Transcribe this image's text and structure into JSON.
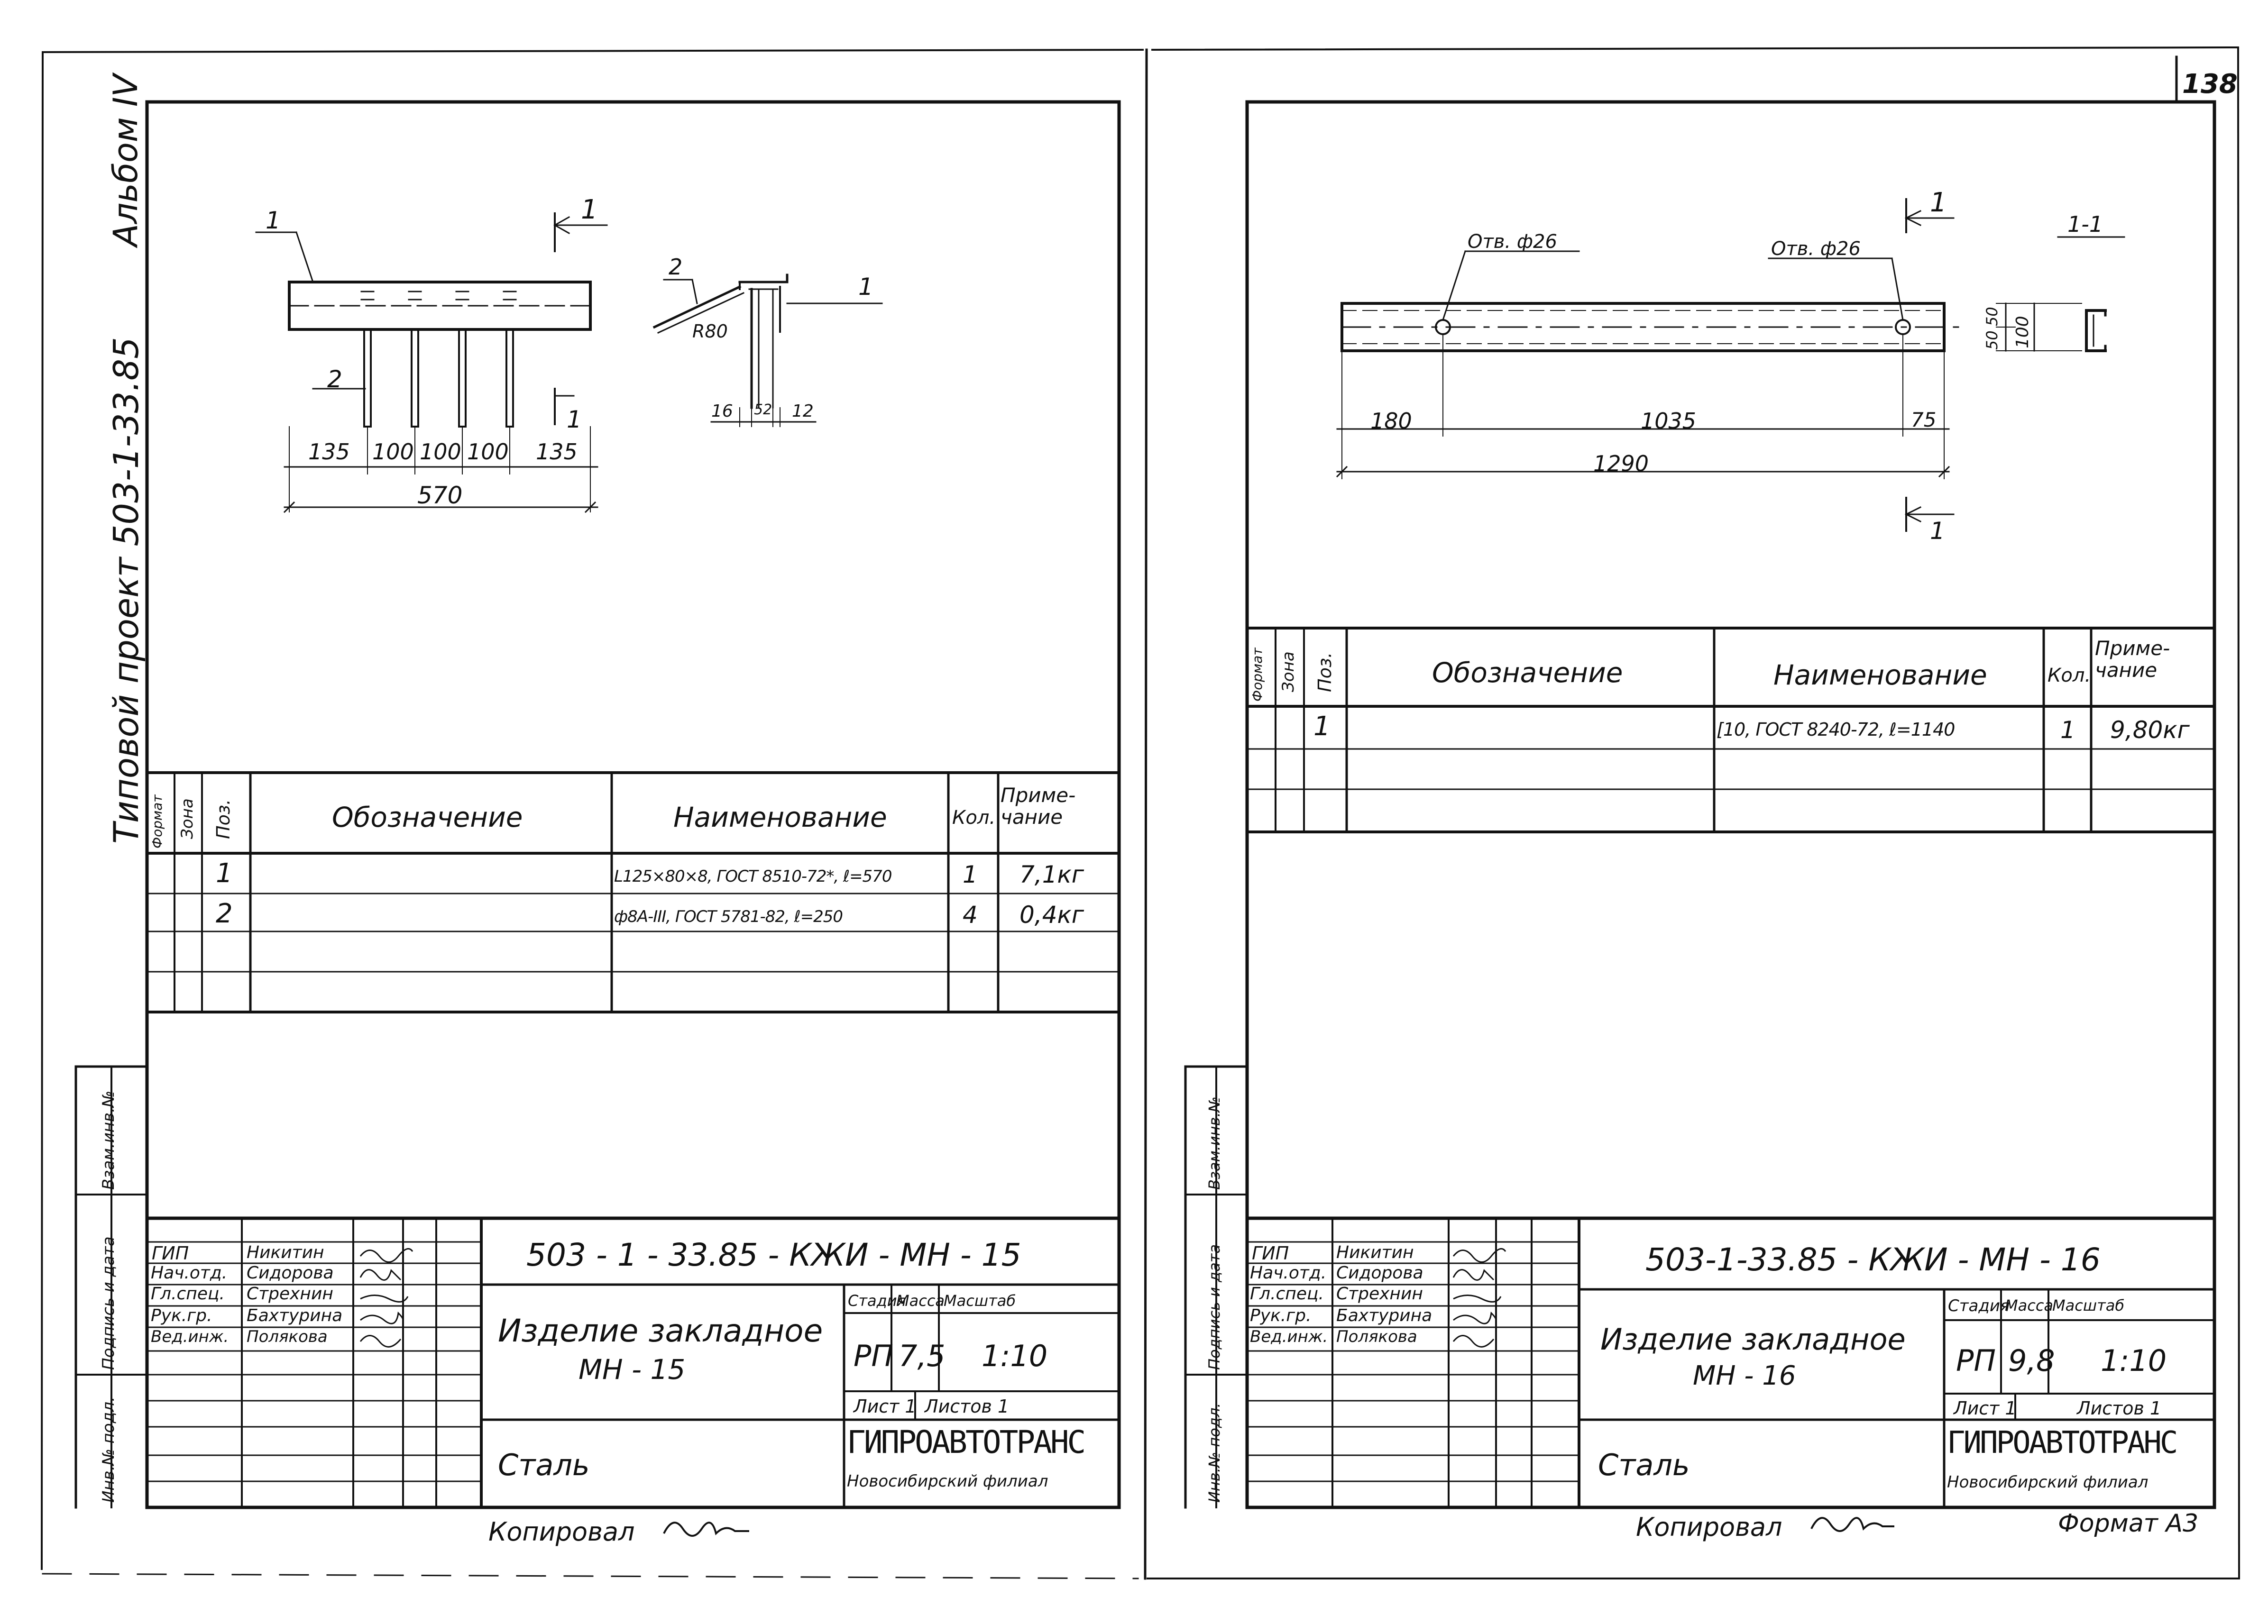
{
  "sheet_number": "138",
  "left_margin": {
    "album": "Альбом IV",
    "project": "Типовой проект 503-1-33.85",
    "field_inv_orig": "Инв.№ подл.",
    "field_sign_date": "Подпись и дата",
    "field_inv_subst": "Взам.инв.№"
  },
  "sheet_left": {
    "drawing": {
      "section_mark_top": "1",
      "section_mark_bottom": "1",
      "pos_1": "1",
      "pos_2": "2",
      "dims": [
        "135",
        "100",
        "100",
        "100",
        "135"
      ],
      "total_dim": "570",
      "side_pos_2": "2",
      "side_pos_1": "1",
      "radius": "R80",
      "dim_16": "16",
      "dim_52": "52",
      "dim_12": "12"
    },
    "spec_headers": {
      "format": "Формат",
      "zone": "Зона",
      "pos": "Поз.",
      "designation": "Обозначение",
      "name": "Наименование",
      "qty": "Кол.",
      "note": "Приме-чание"
    },
    "spec_rows": [
      {
        "pos": "1",
        "name": "L125×80×8, ГОСТ 8510-72*, ℓ=570",
        "qty": "1",
        "note": "7,1кг"
      },
      {
        "pos": "2",
        "name": "ф8А-III, ГОСТ 5781-82, ℓ=250",
        "qty": "4",
        "note": "0,4кг"
      }
    ],
    "title_block": {
      "doc_code": "503 - 1 - 33.85   - КЖИ - МН - 15",
      "roles": [
        "ГИП",
        "Нач.отд.",
        "Гл.спец.",
        "Рук.гр.",
        "Вед.инж."
      ],
      "names": [
        "Никитин",
        "Сидорова",
        "Стрехнин",
        "Бахтурина",
        "Полякова"
      ],
      "product_line1": "Изделие закладное",
      "product_line2": "МН - 15",
      "stage_label": "Стадия",
      "mass_label": "Масса",
      "scale_label": "Масштаб",
      "stage": "РП",
      "mass": "7,5",
      "scale": "1:10",
      "sheet_label": "Лист 1",
      "sheets_label": "Листов 1",
      "material": "Сталь",
      "org_name": "ГИПРОАВТОТРАНС",
      "org_branch": "Новосибирский филиал"
    },
    "copied": "Копировал"
  },
  "sheet_right": {
    "drawing": {
      "hole_left": "Отв. ф26",
      "hole_right": "Отв. ф26",
      "section_mark_top": "1",
      "section_mark_bottom": "1",
      "section_title": "1-1",
      "dim_180": "180",
      "dim_1035": "1035",
      "dim_75": "75",
      "dim_1290": "1290",
      "dim_50a": "50",
      "dim_50b": "50",
      "dim_100": "100"
    },
    "spec_headers": {
      "format": "Формат",
      "zone": "Зона",
      "pos": "Поз.",
      "designation": "Обозначение",
      "name": "Наименование",
      "qty": "Кол.",
      "note": "Приме-чание"
    },
    "spec_rows": [
      {
        "pos": "1",
        "name": "[10, ГОСТ 8240-72, ℓ=1140",
        "qty": "1",
        "note": "9,80кг"
      }
    ],
    "title_block": {
      "doc_code": "503-1-33.85 - КЖИ - МН - 16",
      "roles": [
        "ГИП",
        "Нач.отд.",
        "Гл.спец.",
        "Рук.гр.",
        "Вед.инж."
      ],
      "names": [
        "Никитин",
        "Сидорова",
        "Стрехнин",
        "Бахтурина",
        "Полякова"
      ],
      "product_line1": "Изделие закладное",
      "product_line2": "МН - 16",
      "stage_label": "Стадия",
      "mass_label": "Масса",
      "scale_label": "Масштаб",
      "stage": "РП",
      "mass": "9,8",
      "scale": "1:10",
      "sheet_label": "Лист 1",
      "sheets_label": "Листов 1",
      "material": "Сталь",
      "org_name": "ГИПРОАВТОТРАНС",
      "org_branch": "Новосибирский филиал"
    },
    "copied": "Копировал",
    "format": "Формат А3"
  }
}
